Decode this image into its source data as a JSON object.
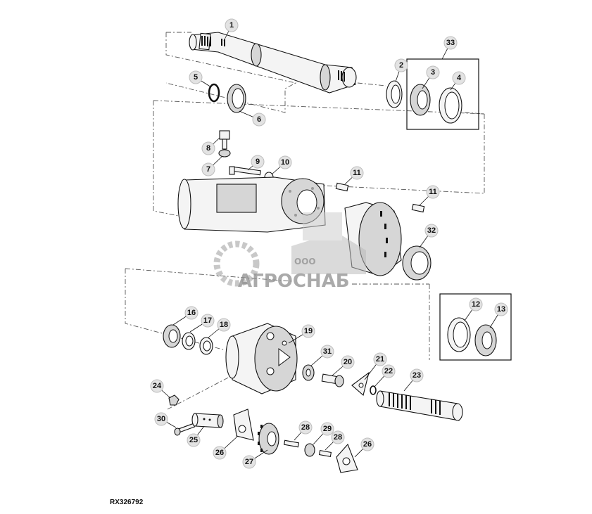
{
  "figure_code": "RX326792",
  "watermark": {
    "company_form": "ООО",
    "company_name": "АГРОСНАБ"
  },
  "callouts": [
    "1",
    "2",
    "3",
    "4",
    "5",
    "6",
    "7",
    "8",
    "9",
    "10",
    "11",
    "11",
    "32",
    "33",
    "12",
    "13",
    "16",
    "17",
    "18",
    "19",
    "31",
    "20",
    "21",
    "22",
    "23",
    "24",
    "30",
    "25",
    "26",
    "27",
    "28",
    "29",
    "28",
    "26"
  ]
}
